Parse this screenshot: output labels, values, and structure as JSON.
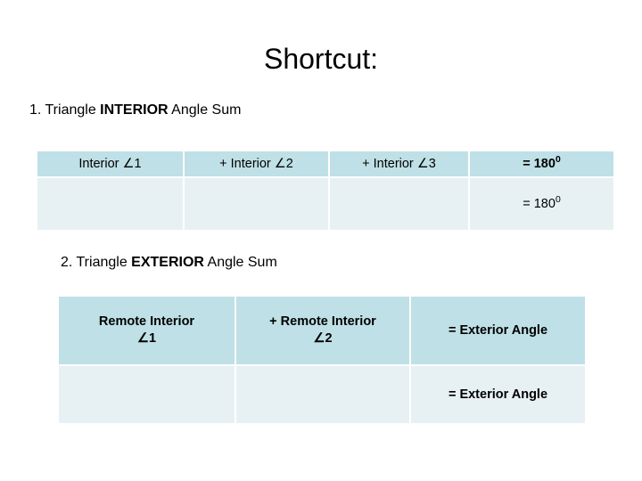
{
  "slide": {
    "title": "Shortcut:",
    "background_color": "#ffffff",
    "text_color": "#000000"
  },
  "sections": [
    {
      "id": "interior",
      "number": "1.",
      "heading_prefix": "1. Triangle ",
      "heading_emphasis": "INTERIOR",
      "heading_suffix": " Angle Sum",
      "heading_full": "1. Triangle INTERIOR Angle Sum"
    },
    {
      "id": "exterior",
      "number": "2.",
      "heading_prefix": "2. Triangle ",
      "heading_emphasis": "EXTERIOR",
      "heading_suffix": " Angle Sum",
      "heading_full": "2. Triangle EXTERIOR Angle Sum"
    }
  ],
  "tables": {
    "interior": {
      "header_fill": "#bfe0e6",
      "body_fill": "#e7f1f3",
      "columns": 4,
      "header_row": [
        "Interior ∠1",
        "+ Interior ∠2",
        "+ Interior ∠3",
        "= 180"
      ],
      "header_row_superscripts": [
        "",
        "",
        "",
        "0"
      ],
      "body_row": [
        "",
        "",
        "",
        "= 180"
      ],
      "body_row_superscripts": [
        "",
        "",
        "",
        "0"
      ]
    },
    "exterior": {
      "header_fill": "#bfe0e6",
      "body_fill": "#e7f1f3",
      "columns": 3,
      "header_row": [
        "Remote Interior ∠1",
        "+ Remote Interior ∠2",
        "= Exterior Angle"
      ],
      "header_row_line1": [
        "Remote Interior",
        "+ Remote Interior",
        "= Exterior Angle"
      ],
      "header_row_line2": [
        "∠1",
        "∠2",
        ""
      ],
      "body_row": [
        "",
        "",
        "= Exterior Angle"
      ]
    }
  }
}
